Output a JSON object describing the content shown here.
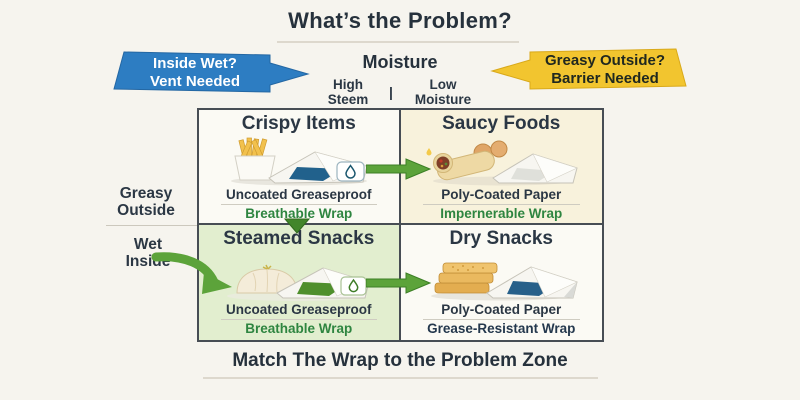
{
  "title": "What’s the Problem?",
  "footer": "Match The Wrap to the Problem Zone",
  "callout_left": {
    "line1": "Inside Wet?",
    "line2": "Vent Needed"
  },
  "callout_right": {
    "line1": "Greasy Outside?",
    "line2": "Barrier Needed"
  },
  "axis": {
    "header": "Moisture",
    "col1_line1": "High",
    "col1_line2": "Steem",
    "separator": "|",
    "col2_line1": "Low",
    "col2_line2": "Moisture",
    "row1_line1": "Greasy",
    "row1_line2": "Outside",
    "row2_line1": "Wet",
    "row2_line2": "Inside"
  },
  "quadrants": [
    {
      "title": "Crispy Items",
      "paper": "Uncoated Greaseproof",
      "wrap": "Breathable Wrap"
    },
    {
      "title": "Saucy Foods",
      "paper": "Poly-Coated Paper",
      "wrap": "Impernerable Wrap"
    },
    {
      "title": "Steamed Snacks",
      "paper": "Uncoated Greaseproof",
      "wrap": "Breathable Wrap"
    },
    {
      "title": "Dry Snacks",
      "paper": "Poly-Coated Paper",
      "wrap": "Grease-Resistant Wrap"
    }
  ],
  "colors": {
    "callout_blue": "#2d7dc2",
    "callout_yellow": "#f2c52f",
    "arrow_green": "#5ca33a",
    "text_green": "#2e8540",
    "text_navy": "#24384d",
    "cell_cream": "#f8f2dc",
    "cell_green": "#e2eecf"
  }
}
